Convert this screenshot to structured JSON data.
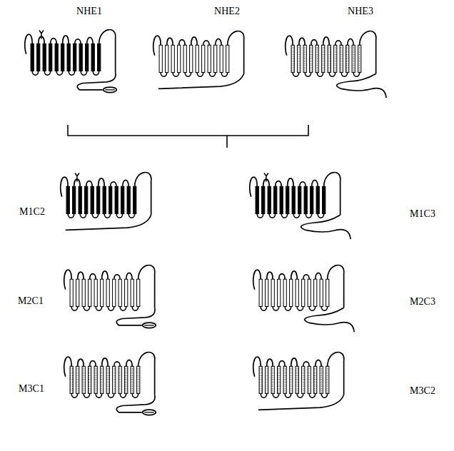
{
  "diagram": {
    "labels": [
      "NHE1",
      "NHE2",
      "NHE3",
      "M1C2",
      "M1C3",
      "M2C1",
      "M2C3",
      "M3C1",
      "M3C2"
    ]
  }
}
